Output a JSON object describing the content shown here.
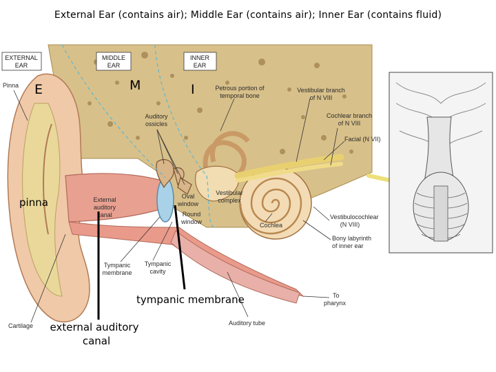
{
  "title": "External Ear (contains air); Middle Ear (contains air); Inner Ear (contains fluid)",
  "regions": {
    "external": [
      "EXTERNAL",
      "EAR"
    ],
    "middle": [
      "MIDDLE",
      "EAR"
    ],
    "inner": [
      "INNER",
      "EAR"
    ]
  },
  "letters": {
    "e": "E",
    "m": "M",
    "i": "I"
  },
  "labels": {
    "pinna_small": "Pinna",
    "auditory_ossicles": [
      "Auditory",
      "ossicles"
    ],
    "petrous": [
      "Petrous portion of",
      "temporal bone"
    ],
    "vestibular_branch": [
      "Vestibular branch",
      "of N VIII"
    ],
    "cochlear_branch": [
      "Cochlear branch",
      "of N VIII"
    ],
    "facial": "Facial (N VII)",
    "external_canal": [
      "External",
      "auditory",
      "canal"
    ],
    "oval_window": [
      "Oval",
      "window"
    ],
    "round_window": [
      "Round",
      "window"
    ],
    "vestibular_complex": [
      "Vestibular",
      "complex"
    ],
    "cochlea": "Cochlea",
    "vestibulocochlear": [
      "Vestibulocochlear",
      "(N VIII)"
    ],
    "bony_labyrinth": [
      "Bony labyrinth",
      "of inner ear"
    ],
    "tympanic_membrane": [
      "Tympanic",
      "membrane"
    ],
    "tympanic_cavity": [
      "Tympanic",
      "cavity"
    ],
    "to_pharynx": [
      "To",
      "pharynx"
    ],
    "cartilage": "Cartilage",
    "auditory_tube": "Auditory tube"
  },
  "annotations": {
    "pinna": "pinna",
    "tympanic_membrane": "tympanic membrane",
    "external_canal": [
      "external auditory",
      "canal"
    ]
  }
}
